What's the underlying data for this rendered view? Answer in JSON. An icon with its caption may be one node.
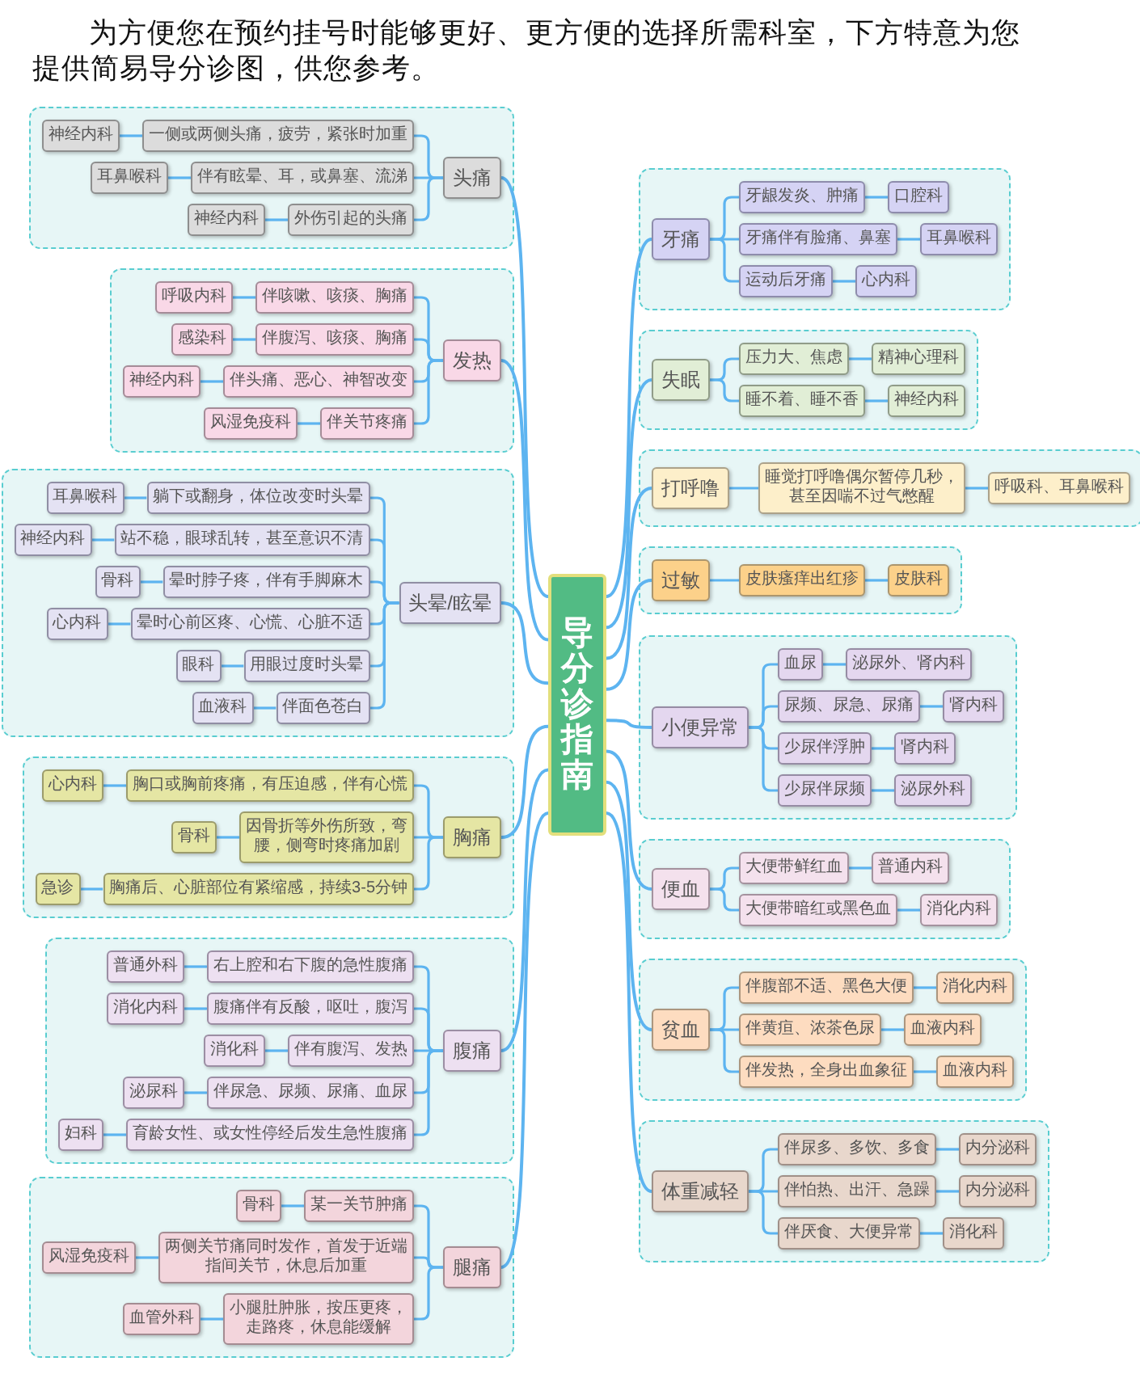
{
  "diagram": {
    "nodes": [
      {
        "text": [
          "导分诊指南"
        ]
      },
      {
        "text": [],
        "shape": "box"
      },
      {
        "text": [
          "头痛"
        ],
        "in": 1
      },
      {
        "text": [
          "一侧或两侧头痛，疲劳，紧张时加重"
        ],
        "in": 1
      },
      {
        "text": [
          "神经内科"
        ],
        "in": 1
      },
      {
        "text": [
          "伴有眩晕、耳，或鼻塞、流涕"
        ],
        "in": 1
      },
      {
        "text": [
          "耳鼻喉科"
        ],
        "in": 1
      },
      {
        "text": [
          "外伤引起的头痛"
        ],
        "in": 1
      },
      {
        "text": [
          "神经内科"
        ],
        "in": 1
      },
      {
        "text": [],
        "shape": "box"
      },
      {
        "text": [
          "发热"
        ],
        "in": 9
      },
      {
        "text": [
          "伴咳嗽、咳痰、胸痛"
        ],
        "in": 9
      },
      {
        "text": [
          "呼吸内科"
        ],
        "in": 9
      },
      {
        "text": [
          "伴腹泻、咳痰、胸痛"
        ],
        "in": 9
      },
      {
        "text": [
          "感染科"
        ],
        "in": 9
      },
      {
        "text": [
          "伴头痛、恶心、神智改变"
        ],
        "in": 9
      },
      {
        "text": [
          "神经内科"
        ],
        "in": 9
      },
      {
        "text": [
          "伴关节疼痛"
        ],
        "in": 9
      },
      {
        "text": [
          "风湿免疫科"
        ],
        "in": 9
      },
      {
        "text": [],
        "shape": "box"
      },
      {
        "text": [
          "头晕/眩晕"
        ],
        "in": 19
      },
      {
        "text": [
          "躺下或翻身，体位改变时头晕"
        ],
        "in": 19
      },
      {
        "text": [
          "耳鼻喉科"
        ],
        "in": 19
      },
      {
        "text": [
          "站不稳，眼球乱转，甚至意识不清"
        ],
        "in": 19
      },
      {
        "text": [
          "神经内科"
        ],
        "in": 19
      },
      {
        "text": [
          "晕时脖子疼，伴有手脚麻木"
        ],
        "in": 19
      },
      {
        "text": [
          "骨科"
        ],
        "in": 19
      },
      {
        "text": [
          "晕时心前区疼、心慌、心脏不适"
        ],
        "in": 19
      },
      {
        "text": [
          "心内科"
        ],
        "in": 19
      },
      {
        "text": [
          "用眼过度时头晕"
        ],
        "in": 19
      },
      {
        "text": [
          "眼科"
        ],
        "in": 19
      },
      {
        "text": [
          "伴面色苍白"
        ],
        "in": 19
      },
      {
        "text": [
          "血液科"
        ],
        "in": 19
      },
      {
        "text": [],
        "shape": "box"
      },
      {
        "text": [
          "胸痛"
        ],
        "in": 33
      },
      {
        "text": [
          "胸口或胸前疼痛，有压迫感，伴有心慌"
        ],
        "in": 33
      },
      {
        "text": [
          "心内科"
        ],
        "in": 33
      },
      {
        "text": [
          "因骨折等外伤所致，弯腰，侧弯时疼痛加剧"
        ],
        "in": 33
      },
      {
        "text": [
          "骨科"
        ],
        "in": 33
      },
      {
        "text": [
          "胸痛后、心脏部位有紧缩感，持续3-5分钟"
        ],
        "in": 33
      },
      {
        "text": [
          "急诊"
        ],
        "in": 33
      },
      {
        "text": [],
        "shape": "box"
      },
      {
        "text": [
          "腹痛"
        ],
        "in": 41
      },
      {
        "text": [
          "右上腔和右下腹的急性腹痛"
        ],
        "in": 41
      },
      {
        "text": [
          "普通外科"
        ],
        "in": 41
      },
      {
        "text": [
          "腹痛伴有反酸，呕吐，腹泻"
        ],
        "in": 41
      },
      {
        "text": [
          "消化内科"
        ],
        "in": 41
      },
      {
        "text": [
          "伴有腹泻、发热"
        ],
        "in": 41
      },
      {
        "text": [
          "消化科"
        ],
        "in": 41
      },
      {
        "text": [
          "伴尿急、尿频、尿痛、血尿"
        ],
        "in": 41
      },
      {
        "text": [
          "泌尿科"
        ],
        "in": 41
      },
      {
        "text": [
          "育龄女性、或女性停经后发生急性腹痛"
        ],
        "in": 41
      },
      {
        "text": [
          "妇科"
        ],
        "in": 41
      },
      {
        "text": [],
        "shape": "box"
      },
      {
        "text": [
          "腿痛"
        ],
        "in": 53
      },
      {
        "text": [
          "某一关节肿痛"
        ],
        "in": 53
      },
      {
        "text": [
          "骨科"
        ],
        "in": 53
      },
      {
        "text": [
          "两侧关节痛同时发作，首发于近端指间关节，休息后加重"
        ],
        "in": 53
      },
      {
        "text": [
          "风湿免疫科"
        ],
        "in": 53
      },
      {
        "text": [
          "小腿肚肿胀，按压更疼，走路疼，休息能缓解"
        ],
        "in": 53
      },
      {
        "text": [
          "血管外科"
        ],
        "in": 53
      },
      {
        "text": [],
        "shape": "box"
      },
      {
        "text": [
          "牙痛"
        ],
        "in": 61
      },
      {
        "text": [
          "牙龈发炎、肿痛"
        ],
        "in": 61
      },
      {
        "text": [
          "口腔科"
        ],
        "in": 61
      },
      {
        "text": [
          "牙痛伴有脸痛、鼻塞"
        ],
        "in": 61
      },
      {
        "text": [
          "耳鼻喉科"
        ],
        "in": 61
      },
      {
        "text": [
          "运动后牙痛"
        ],
        "in": 61
      },
      {
        "text": [
          "心内科"
        ],
        "in": 61
      },
      {
        "text": [],
        "shape": "box"
      },
      {
        "text": [
          "失眠"
        ],
        "in": 69
      },
      {
        "text": [
          "压力大、焦虑"
        ],
        "in": 69
      },
      {
        "text": [
          "精神心理科"
        ],
        "in": 69
      },
      {
        "text": [
          "睡不着、睡不香"
        ],
        "in": 69
      },
      {
        "text": [
          "神经内科"
        ],
        "in": 69
      },
      {
        "text": [],
        "shape": "box"
      },
      {
        "text": [
          "打呼噜"
        ],
        "in": 75
      },
      {
        "text": [
          "睡觉打呼噜偶尔暂停几秒，甚至因喘不过气憋醒"
        ],
        "in": 75
      },
      {
        "text": [
          "呼吸科、耳鼻喉科"
        ],
        "in": 75
      },
      {
        "text": [],
        "shape": "box"
      },
      {
        "text": [
          "过敏"
        ],
        "in": 79
      },
      {
        "text": [
          "皮肤瘙痒出红疹"
        ],
        "in": 79
      },
      {
        "text": [
          "皮肤科"
        ],
        "in": 79
      },
      {
        "text": [],
        "shape": "box"
      },
      {
        "text": [
          "小便异常"
        ],
        "in": 83
      },
      {
        "text": [
          "血尿"
        ],
        "in": 83
      },
      {
        "text": [
          "泌尿外、肾内科"
        ],
        "in": 83
      },
      {
        "text": [
          "尿频、尿急、尿痛"
        ],
        "in": 83
      },
      {
        "text": [
          "肾内科"
        ],
        "in": 83
      },
      {
        "text": [
          "少尿伴浮肿"
        ],
        "in": 83
      },
      {
        "text": [
          "肾内科"
        ],
        "in": 83
      },
      {
        "text": [
          "少尿伴尿频"
        ],
        "in": 83
      },
      {
        "text": [
          "泌尿外科"
        ],
        "in": 83
      },
      {
        "text": [],
        "shape": "box"
      },
      {
        "text": [
          "便血"
        ],
        "in": 93
      },
      {
        "text": [
          "大便带鲜红血"
        ],
        "in": 93
      },
      {
        "text": [
          "普通内科"
        ],
        "in": 93
      },
      {
        "text": [
          "大便带暗红或黑色血"
        ],
        "in": 93
      },
      {
        "text": [
          "消化内科"
        ],
        "in": 93
      },
      {
        "text": [],
        "shape": "box"
      },
      {
        "text": [
          "贫血"
        ],
        "in": 99
      },
      {
        "text": [
          "伴腹部不适、黑色大便"
        ],
        "in": 99
      },
      {
        "text": [
          "消化内科"
        ],
        "in": 99
      },
      {
        "text": [
          "伴黄疸、浓茶色尿"
        ],
        "in": 99
      },
      {
        "text": [
          "血液内科"
        ],
        "in": 99
      },
      {
        "text": [
          "伴发热，全身出血象征"
        ],
        "in": 99
      },
      {
        "text": [
          "血液内科"
        ],
        "in": 99
      },
      {
        "text": [],
        "shape": "box"
      },
      {
        "text": [
          "体重减轻"
        ],
        "in": 107
      },
      {
        "text": [
          "伴尿多、多饮、多食"
        ],
        "in": 107
      },
      {
        "text": [
          "内分泌科"
        ],
        "in": 107
      },
      {
        "text": [
          "伴怕热、出汗、急躁"
        ],
        "in": 107
      },
      {
        "text": [
          "内分泌科"
        ],
        "in": 107
      },
      {
        "text": [
          "伴厌食、大便异常"
        ],
        "in": 107
      },
      {
        "text": [
          "消化科"
        ],
        "in": 107
      }
    ],
    "edges": [
      {
        "from": 0,
        "to": 2,
        "arrow": "none"
      },
      {
        "from": 0,
        "to": 10,
        "arrow": "none"
      },
      {
        "from": 0,
        "to": 20,
        "arrow": "none"
      },
      {
        "from": 0,
        "to": 34,
        "arrow": "none"
      },
      {
        "from": 0,
        "to": 42,
        "arrow": "none"
      },
      {
        "from": 0,
        "to": 54,
        "arrow": "none"
      },
      {
        "from": 0,
        "to": 62,
        "arrow": "none"
      },
      {
        "from": 0,
        "to": 70,
        "arrow": "none"
      },
      {
        "from": 0,
        "to": 76,
        "arrow": "none"
      },
      {
        "from": 0,
        "to": 80,
        "arrow": "none"
      },
      {
        "from": 0,
        "to": 84,
        "arrow": "none"
      },
      {
        "from": 0,
        "to": 94,
        "arrow": "none"
      },
      {
        "from": 0,
        "to": 100,
        "arrow": "none"
      },
      {
        "from": 0,
        "to": 108,
        "arrow": "none"
      },
      {
        "from": 2,
        "to": 3,
        "arrow": "none"
      },
      {
        "from": 3,
        "to": 4,
        "arrow": "none"
      },
      {
        "from": 2,
        "to": 5,
        "arrow": "none"
      },
      {
        "from": 5,
        "to": 6,
        "arrow": "none"
      },
      {
        "from": 2,
        "to": 7,
        "arrow": "none"
      },
      {
        "from": 7,
        "to": 8,
        "arrow": "none"
      },
      {
        "from": 10,
        "to": 11,
        "arrow": "none"
      },
      {
        "from": 11,
        "to": 12,
        "arrow": "none"
      },
      {
        "from": 10,
        "to": 13,
        "arrow": "none"
      },
      {
        "from": 13,
        "to": 14,
        "arrow": "none"
      },
      {
        "from": 10,
        "to": 15,
        "arrow": "none"
      },
      {
        "from": 15,
        "to": 16,
        "arrow": "none"
      },
      {
        "from": 10,
        "to": 17,
        "arrow": "none"
      },
      {
        "from": 17,
        "to": 18,
        "arrow": "none"
      },
      {
        "from": 20,
        "to": 21,
        "arrow": "none"
      },
      {
        "from": 21,
        "to": 22,
        "arrow": "none"
      },
      {
        "from": 20,
        "to": 23,
        "arrow": "none"
      },
      {
        "from": 23,
        "to": 24,
        "arrow": "none"
      },
      {
        "from": 20,
        "to": 25,
        "arrow": "none"
      },
      {
        "from": 25,
        "to": 26,
        "arrow": "none"
      },
      {
        "from": 20,
        "to": 27,
        "arrow": "none"
      },
      {
        "from": 27,
        "to": 28,
        "arrow": "none"
      },
      {
        "from": 20,
        "to": 29,
        "arrow": "none"
      },
      {
        "from": 29,
        "to": 30,
        "arrow": "none"
      },
      {
        "from": 20,
        "to": 31,
        "arrow": "none"
      },
      {
        "from": 31,
        "to": 32,
        "arrow": "none"
      },
      {
        "from": 34,
        "to": 35,
        "arrow": "none"
      },
      {
        "from": 35,
        "to": 36,
        "arrow": "none"
      },
      {
        "from": 34,
        "to": 37,
        "arrow": "none"
      },
      {
        "from": 37,
        "to": 38,
        "arrow": "none"
      },
      {
        "from": 34,
        "to": 39,
        "arrow": "none"
      },
      {
        "from": 39,
        "to": 40,
        "arrow": "none"
      },
      {
        "from": 42,
        "to": 43,
        "arrow": "none"
      },
      {
        "from": 43,
        "to": 44,
        "arrow": "none"
      },
      {
        "from": 42,
        "to": 45,
        "arrow": "none"
      },
      {
        "from": 45,
        "to": 46,
        "arrow": "none"
      },
      {
        "from": 42,
        "to": 47,
        "arrow": "none"
      },
      {
        "from": 47,
        "to": 48,
        "arrow": "none"
      },
      {
        "from": 42,
        "to": 49,
        "arrow": "none"
      },
      {
        "from": 49,
        "to": 50,
        "arrow": "none"
      },
      {
        "from": 42,
        "to": 51,
        "arrow": "none"
      },
      {
        "from": 51,
        "to": 52,
        "arrow": "none"
      },
      {
        "from": 54,
        "to": 55,
        "arrow": "none"
      },
      {
        "from": 55,
        "to": 56,
        "arrow": "none"
      },
      {
        "from": 54,
        "to": 57,
        "arrow": "none"
      },
      {
        "from": 57,
        "to": 58,
        "arrow": "none"
      },
      {
        "from": 54,
        "to": 59,
        "arrow": "none"
      },
      {
        "from": 59,
        "to": 60,
        "arrow": "none"
      },
      {
        "from": 62,
        "to": 63,
        "arrow": "none"
      },
      {
        "from": 63,
        "to": 64,
        "arrow": "none"
      },
      {
        "from": 62,
        "to": 65,
        "arrow": "none"
      },
      {
        "from": 65,
        "to": 66,
        "arrow": "none"
      },
      {
        "from": 62,
        "to": 67,
        "arrow": "none"
      },
      {
        "from": 67,
        "to": 68,
        "arrow": "none"
      },
      {
        "from": 70,
        "to": 71,
        "arrow": "none"
      },
      {
        "from": 71,
        "to": 72,
        "arrow": "none"
      },
      {
        "from": 70,
        "to": 73,
        "arrow": "none"
      },
      {
        "from": 73,
        "to": 74,
        "arrow": "none"
      },
      {
        "from": 76,
        "to": 77,
        "arrow": "none"
      },
      {
        "from": 77,
        "to": 78,
        "arrow": "none"
      },
      {
        "from": 80,
        "to": 81,
        "arrow": "none"
      },
      {
        "from": 81,
        "to": 82,
        "arrow": "none"
      },
      {
        "from": 84,
        "to": 85,
        "arrow": "none"
      },
      {
        "from": 85,
        "to": 86,
        "arrow": "none"
      },
      {
        "from": 84,
        "to": 87,
        "arrow": "none"
      },
      {
        "from": 87,
        "to": 88,
        "arrow": "none"
      },
      {
        "from": 84,
        "to": 89,
        "arrow": "none"
      },
      {
        "from": 89,
        "to": 90,
        "arrow": "none"
      },
      {
        "from": 84,
        "to": 91,
        "arrow": "none"
      },
      {
        "from": 91,
        "to": 92,
        "arrow": "none"
      },
      {
        "from": 94,
        "to": 95,
        "arrow": "none"
      },
      {
        "from": 95,
        "to": 96,
        "arrow": "none"
      },
      {
        "from": 94,
        "to": 97,
        "arrow": "none"
      },
      {
        "from": 97,
        "to": 98,
        "arrow": "none"
      },
      {
        "from": 100,
        "to": 101,
        "arrow": "none"
      },
      {
        "from": 101,
        "to": 102,
        "arrow": "none"
      },
      {
        "from": 100,
        "to": 103,
        "arrow": "none"
      },
      {
        "from": 103,
        "to": 104,
        "arrow": "none"
      },
      {
        "from": 100,
        "to": 105,
        "arrow": "none"
      },
      {
        "from": 105,
        "to": 106,
        "arrow": "none"
      },
      {
        "from": 108,
        "to": 109,
        "arrow": "none"
      },
      {
        "from": 109,
        "to": 110,
        "arrow": "none"
      },
      {
        "from": 108,
        "to": 111,
        "arrow": "none"
      },
      {
        "from": 111,
        "to": 112,
        "arrow": "none"
      },
      {
        "from": 108,
        "to": 113,
        "arrow": "none"
      },
      {
        "from": 113,
        "to": 114,
        "arrow": "none"
      }
    ],
    "labels": [
      "为方便您在预约挂号时能够更好、更方便的选择所需科室，下方特意为您提供简易导分诊图，供您参考。"
    ]
  }
}
